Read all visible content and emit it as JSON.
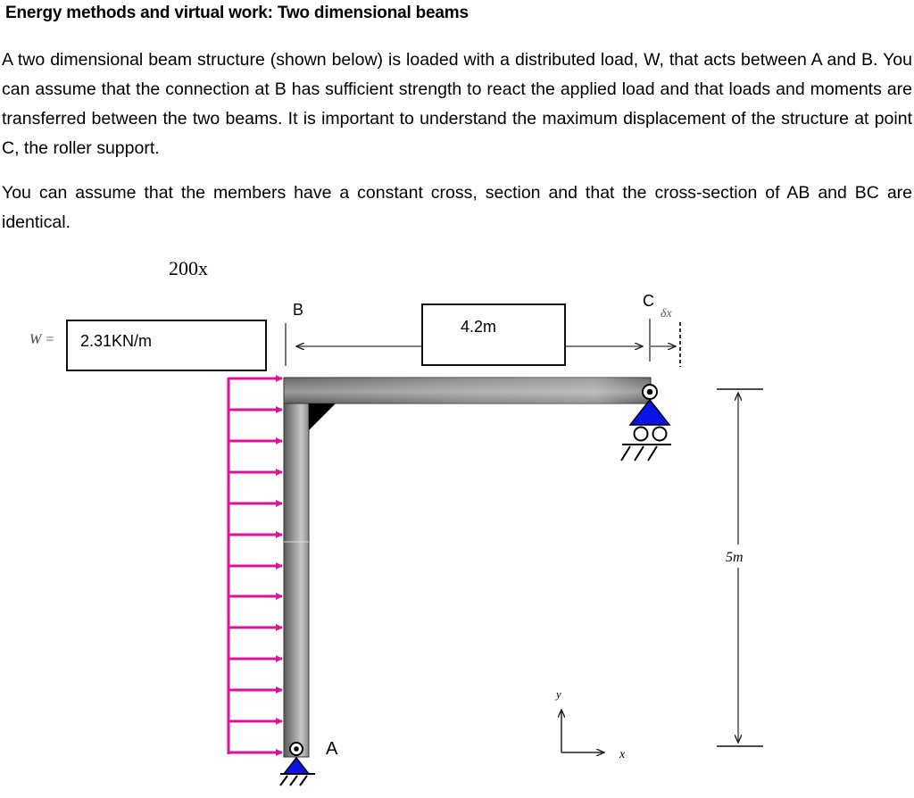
{
  "title": "Energy methods and virtual work: Two dimensional beams",
  "paragraphs": [
    "A two dimensional beam structure (shown below) is loaded with a distributed load, W, that acts between A and B. You can assume that the connection at B has sufficient strength to react the applied load and that loads and moments are transferred between the two beams. It is important to understand the maximum displacement of the structure at point C, the roller support.",
    "You can assume that the members have a constant cross, section and that the cross-section of AB and BC are identical."
  ],
  "diagram": {
    "scale_label": "200x",
    "load_symbol": "W =",
    "load_value": "2.31KN/m",
    "horizontal_length": "4.2m",
    "vertical_length": "5m",
    "point_a": "A",
    "point_b": "B",
    "point_c": "C",
    "displacement_label": "δx",
    "axis_x": "x",
    "axis_y": "y",
    "load_arrow_count": 13,
    "colors": {
      "load_arrows": "#e0109a",
      "support_fill": "#0a14e6",
      "beam_dark": "#5a5a5a",
      "beam_light": "#c8c8c8"
    }
  }
}
